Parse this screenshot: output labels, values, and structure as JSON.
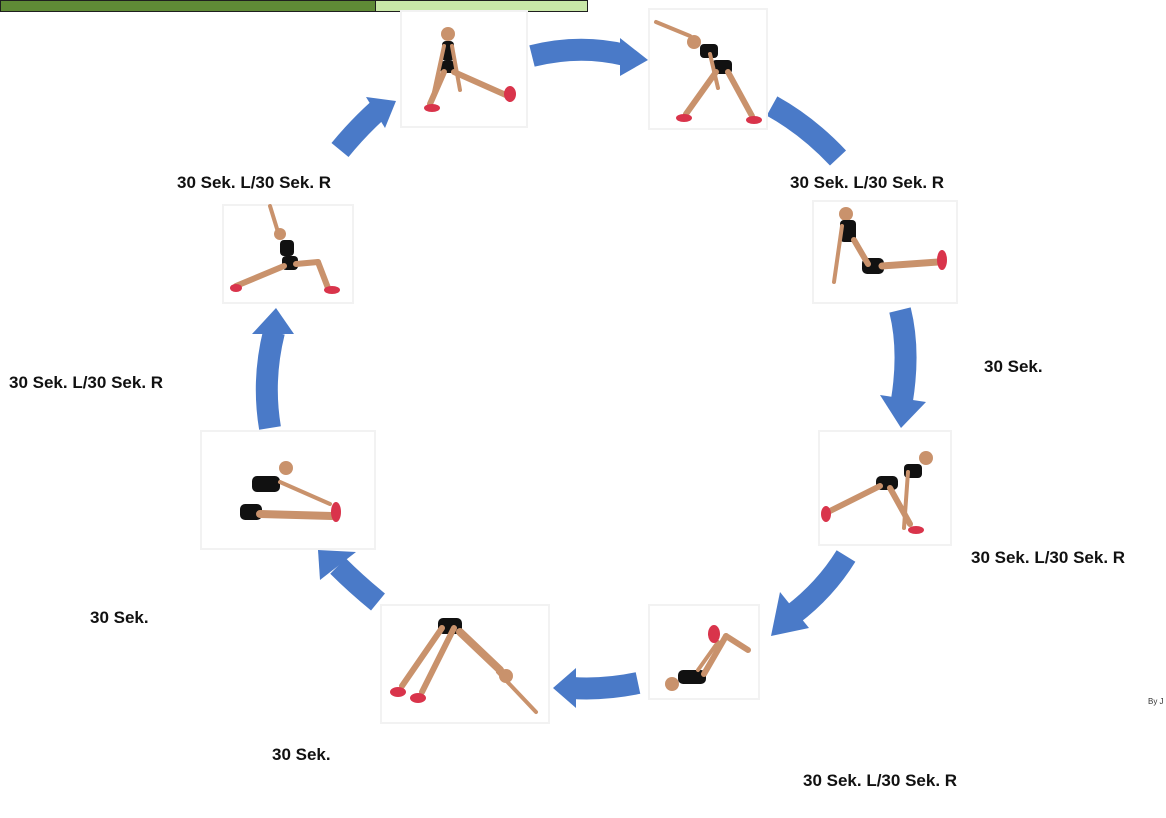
{
  "colors": {
    "arrow": "#4a7ac8",
    "top_bar_dark": "#5f8a36",
    "top_bar_light": "#c9e8a8",
    "skin": "#c9926c",
    "clothing": "#111111",
    "shoe": "#d9344b"
  },
  "photos": [
    {
      "id": "side-lunge",
      "pose": "side lunge stretch"
    },
    {
      "id": "standing-side-bend",
      "pose": "standing side bend"
    },
    {
      "id": "seated-hip-opener",
      "pose": "seated hip opener"
    },
    {
      "id": "low-lunge-reach",
      "pose": "low lunge"
    },
    {
      "id": "lying-knee-hug",
      "pose": "lying figure four"
    },
    {
      "id": "pike-stretch",
      "pose": "downward dog pike"
    },
    {
      "id": "seated-forward-fold",
      "pose": "seated forward fold"
    },
    {
      "id": "kneeling-lunge-arms-up",
      "pose": "kneeling lunge arms up"
    }
  ],
  "labels": {
    "upper_left": "30 Sek. L/30 Sek. R",
    "upper_right": "30 Sek. L/30 Sek. R",
    "right_middle": "30 Sek.",
    "right_lower": "30 Sek. L/30 Sek. R",
    "bottom_right": "30 Sek. L/30 Sek. R",
    "bottom_left": "30 Sek.",
    "left_lower": "30 Sek.",
    "left_middle": "30 Sek. L/30 Sek. R"
  },
  "credit": "By J"
}
